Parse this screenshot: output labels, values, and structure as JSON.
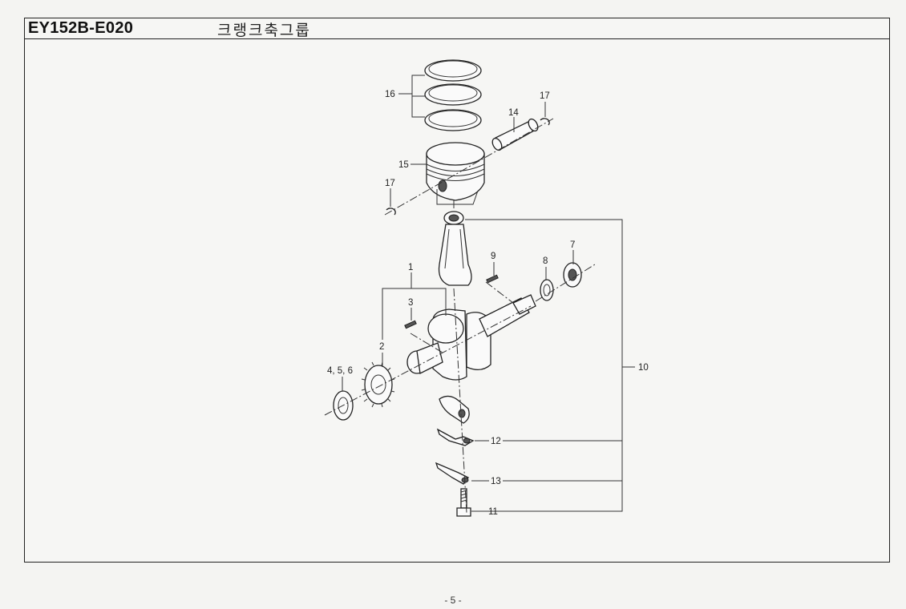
{
  "header": {
    "model_code": "EY152B-E020",
    "group_title": "크랭크축그룹"
  },
  "callouts": {
    "c1": "1",
    "c2": "2",
    "c3": "3",
    "c456": "4, 5, 6",
    "c7": "7",
    "c8": "8",
    "c9": "9",
    "c10": "10",
    "c11": "11",
    "c12": "12",
    "c13": "13",
    "c14": "14",
    "c15": "15",
    "c16": "16",
    "c17a": "17",
    "c17b": "17"
  },
  "footer": {
    "page_number": "- 5 -"
  }
}
